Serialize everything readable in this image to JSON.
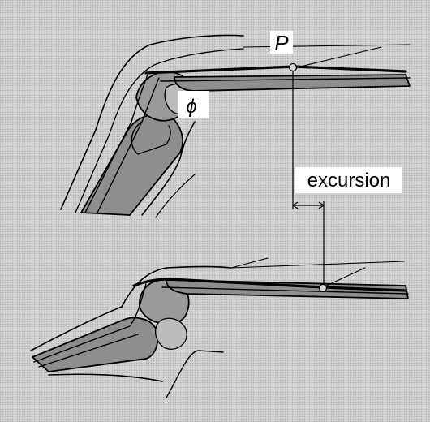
{
  "labels": {
    "point": "P",
    "angle": "ϕ",
    "excursion": "excursion"
  },
  "colors": {
    "background": "#c9c9c9",
    "bone": "#8e8e8e",
    "line": "#000000",
    "label_box": "#ffffff"
  }
}
